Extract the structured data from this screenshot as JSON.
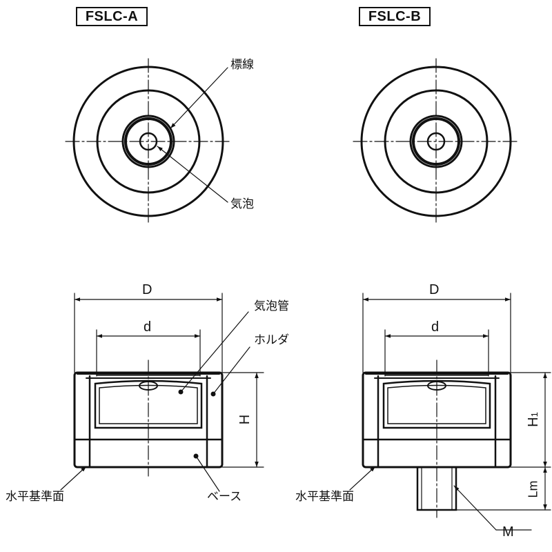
{
  "titles": {
    "a": "FSLC-A",
    "b": "FSLC-B"
  },
  "labels": {
    "marking_line": "標線",
    "bubble": "気泡",
    "bubble_tube": "気泡管",
    "holder": "ホルダ",
    "base": "ベース",
    "horizontal_reference_a": "水平基準面",
    "horizontal_reference_b": "水平基準面"
  },
  "dimensions": {
    "a_outer_diameter": "D",
    "a_inner_diameter": "d",
    "a_height": "H",
    "b_outer_diameter": "D",
    "b_inner_diameter": "d",
    "b_height_main": "H",
    "b_height_sub": "1",
    "b_thread_length": "Lm",
    "b_thread": "M"
  },
  "colors": {
    "line": "#111111",
    "background": "#ffffff"
  }
}
